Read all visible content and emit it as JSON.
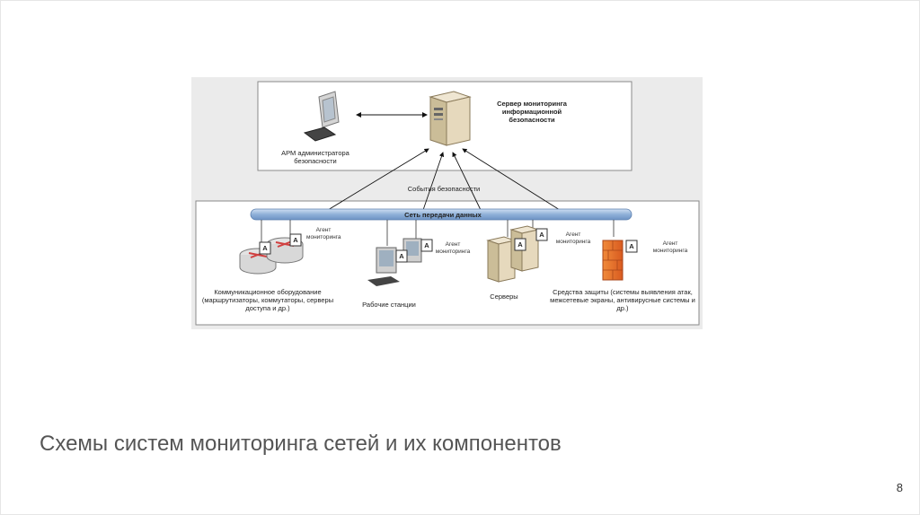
{
  "diagram": {
    "server_label": "Сервер мониторинга информационной безопасности",
    "admin_label": "АРМ администратора безопасности",
    "events_label": "События безопасности",
    "network_label": "Сеть передачи данных",
    "agent_label": "Агент мониторинга",
    "agent_badge": "A",
    "groups": {
      "comm": "Коммуникационное оборудование (маршрутизаторы, коммутаторы, серверы доступа и др.)",
      "workstations": "Рабочие станции",
      "servers": "Серверы",
      "security": "Средства защиты (системы выявления атак, межсетевые экраны, антивирусные системы и др.)"
    }
  },
  "slide": {
    "title": "Схемы систем мониторинга сетей и их компонентов",
    "page_number": "8"
  },
  "colors": {
    "network_bar": "#a9c4e4",
    "firewall": "#e8682a",
    "server_body": "#e6d9bd",
    "router": "#d04040"
  }
}
